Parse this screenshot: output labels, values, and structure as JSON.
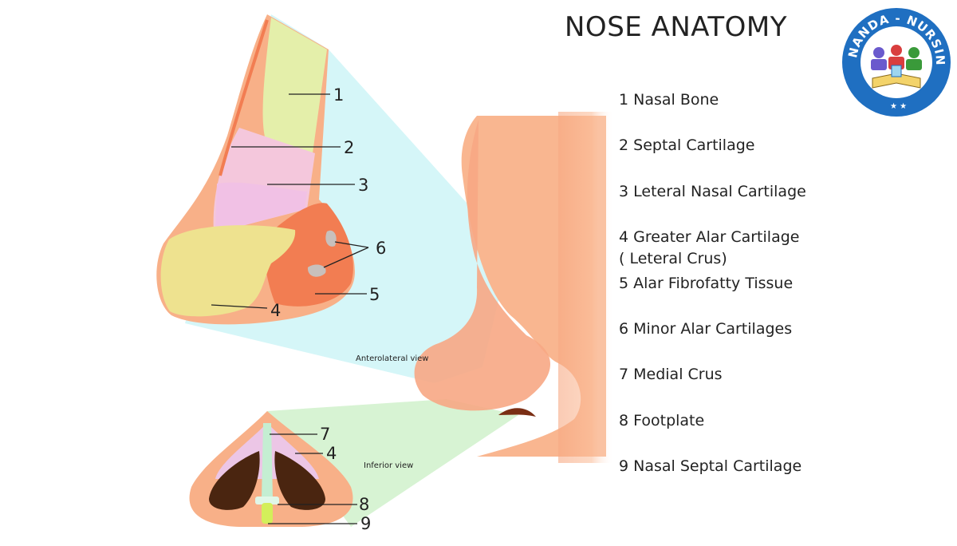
{
  "title": "NOSE ANATOMY",
  "legend": [
    "1 Nasal Bone",
    "2 Septal Cartilage",
    "3 Leteral Nasal Cartilage",
    "4 Greater Alar Cartilage\n( Leteral Crus)",
    "5 Alar Fibrofatty Tissue",
    "6 Minor  Alar Cartilages",
    "7 Medial Crus",
    "8 Footplate",
    "9 Nasal Septal Cartilage"
  ],
  "views": {
    "anterolateral": "Anterolateral view",
    "inferior": "Inferior view"
  },
  "callouts": {
    "n1": "1",
    "n2": "2",
    "n3": "3",
    "n4": "4",
    "n5": "5",
    "n6": "6",
    "i7": "7",
    "i4": "4",
    "i8": "8",
    "i9": "9"
  },
  "logo": {
    "top_text": "NANDA - NURSING CLASSES"
  },
  "colors": {
    "skin": "#f8b48f",
    "skin_dark": "#ef9a78",
    "anterolateral_zoom": "#d5f6f8",
    "inferior_zoom": "#d7f3d3",
    "nasal_bone": "#e4efaa",
    "lateral_cartilage": "#f2c8e2",
    "alar_cartilage": "#f2e08a",
    "fibrofatty": "#f47e52",
    "logo_blue": "#1f6fc1"
  }
}
